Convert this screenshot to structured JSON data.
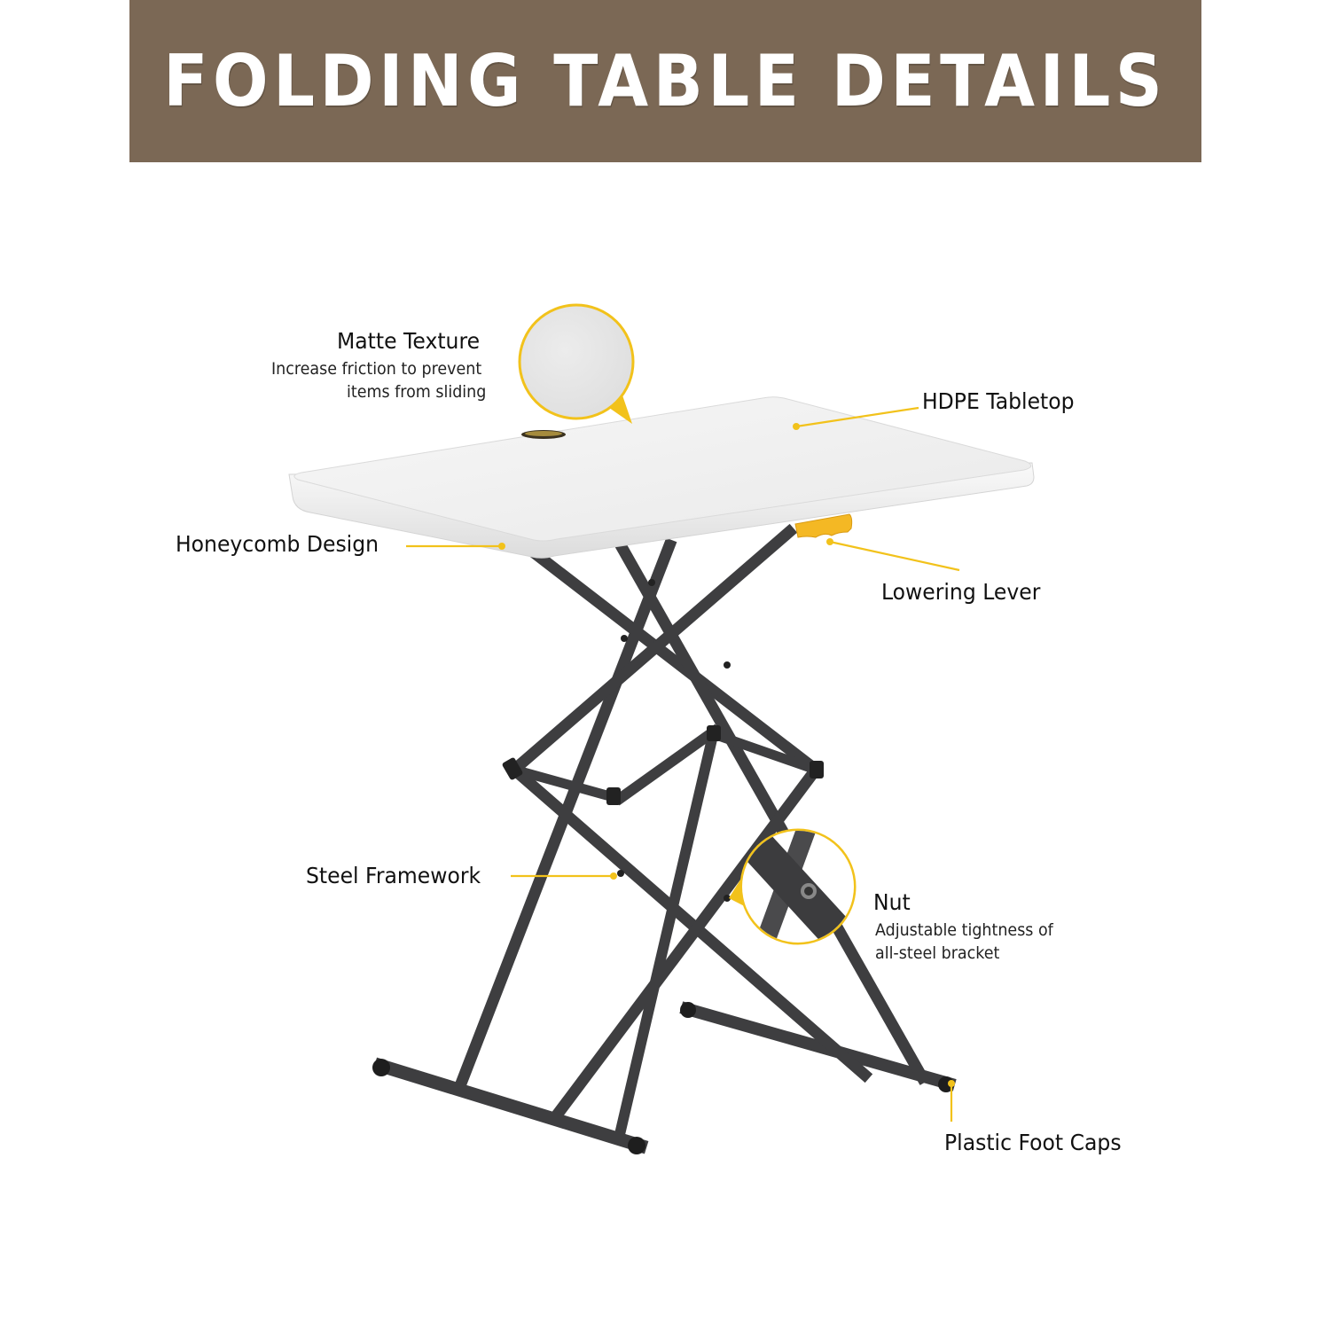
{
  "header": {
    "title": "FOLDING TABLE DETAILS",
    "background_color": "#7b6855",
    "text_color": "#ffffff"
  },
  "accent_color": "#f2c21b",
  "frame_color": "#3e3e40",
  "tabletop_color": "#f2f2f2",
  "callouts": [
    {
      "id": "matte-texture",
      "title": "Matte Texture",
      "description_lines": [
        "Increase friction to prevent",
        "items from sliding"
      ],
      "has_zoom_circle": true
    },
    {
      "id": "hdpe-tabletop",
      "title": "HDPE Tabletop"
    },
    {
      "id": "honeycomb-design",
      "title": "Honeycomb Design"
    },
    {
      "id": "lowering-lever",
      "title": "Lowering Lever"
    },
    {
      "id": "steel-framework",
      "title": "Steel Framework"
    },
    {
      "id": "nut",
      "title": "Nut",
      "description_lines": [
        "Adjustable tightness of",
        "all-steel bracket"
      ],
      "has_zoom_circle": true
    },
    {
      "id": "plastic-foot-caps",
      "title": "Plastic Foot Caps"
    }
  ]
}
